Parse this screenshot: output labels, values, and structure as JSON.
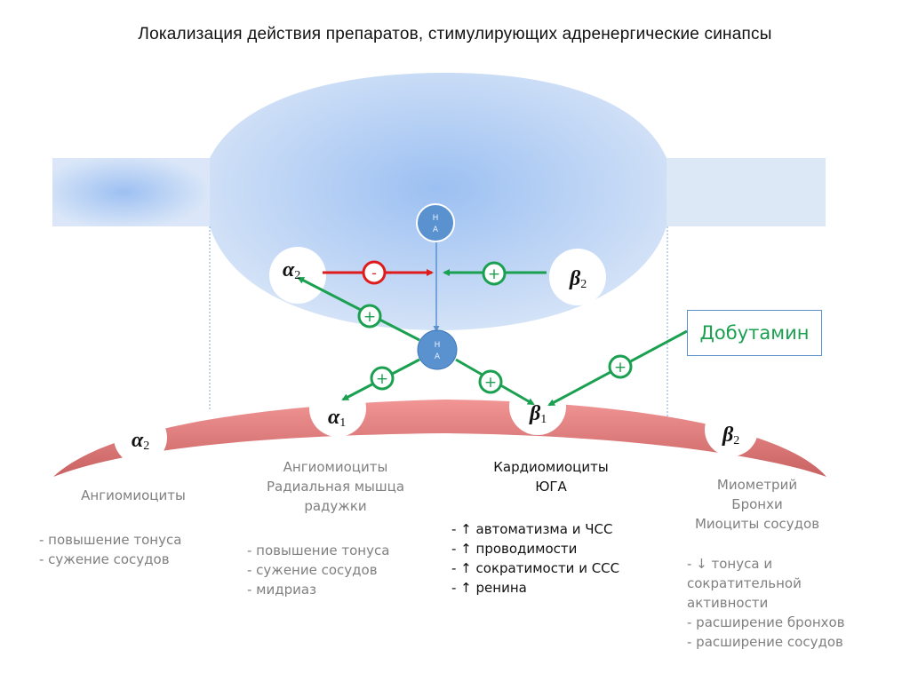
{
  "title": "Локализация действия препаратов, стимулирующих адренергические синапсы",
  "colors": {
    "presynaptic": "#9dc0f0",
    "postsynaptic": "#e98a8a",
    "stimulate": "#1aa050",
    "inhibit": "#e01b1b",
    "mediator": "#5a92d0"
  },
  "mediator": {
    "line1": "Н",
    "line2": "А"
  },
  "signs": {
    "plus": "+",
    "minus": "-"
  },
  "receptors": {
    "pre_alpha2": {
      "symbol": "α",
      "sub": "2"
    },
    "pre_beta2": {
      "symbol": "β",
      "sub": "2"
    },
    "post_alpha2": {
      "symbol": "α",
      "sub": "2"
    },
    "post_alpha1": {
      "symbol": "α",
      "sub": "1"
    },
    "post_beta1": {
      "symbol": "β",
      "sub": "1"
    },
    "post_beta2": {
      "symbol": "β",
      "sub": "2"
    }
  },
  "drug": {
    "name": "Добутамин"
  },
  "targets": {
    "alpha2": {
      "tissue": [
        "Ангиомиоциты"
      ],
      "effects": [
        "- повышение тонуса",
        "- сужение сосудов"
      ]
    },
    "alpha1": {
      "tissue": [
        "Ангиомиоциты",
        "Радиальная мышца",
        "радужки"
      ],
      "effects": [
        "- повышение тонуса",
        "- сужение сосудов",
        "- мидриаз"
      ]
    },
    "beta1": {
      "tissue": [
        "Кардиомиоциты",
        "ЮГА"
      ],
      "effects": [
        "- ↑ автоматизма и ЧСС",
        "- ↑ проводимости",
        "- ↑ сократимости и ССС",
        "- ↑ ренина"
      ]
    },
    "beta2": {
      "tissue": [
        "Миометрий",
        "Бронхи",
        "Миоциты сосудов"
      ],
      "effects": [
        "- ↓ тонуса и",
        "сократительной",
        "активности",
        "- расширение бронхов",
        "- расширение сосудов"
      ]
    }
  }
}
